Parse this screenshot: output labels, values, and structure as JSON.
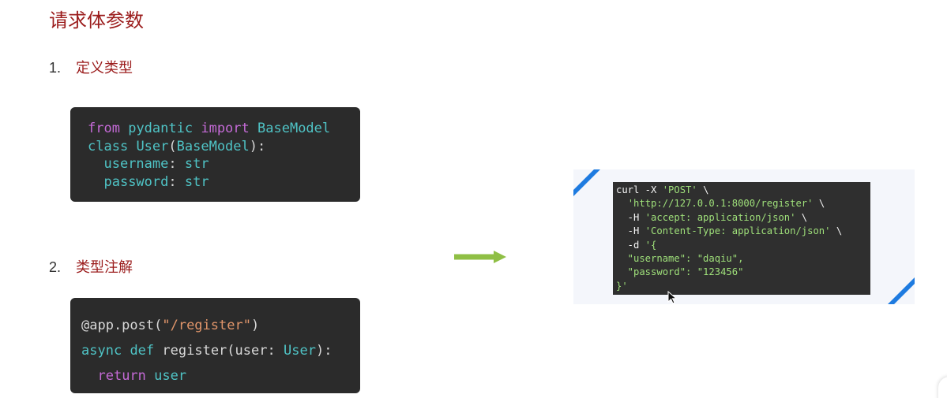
{
  "title": "请求体参数",
  "steps": [
    {
      "number": "1.",
      "label": "定义类型"
    },
    {
      "number": "2.",
      "label": "类型注解"
    }
  ],
  "code1": {
    "line1": {
      "kw1": "from",
      "mod": "pydantic",
      "kw2": "import",
      "name": "BaseModel"
    },
    "line2": {
      "kw": "class",
      "name": "User",
      "open": "(",
      "base": "BaseModel",
      "close": "):"
    },
    "line3": {
      "field": "username",
      "colon": ":",
      "type": "str"
    },
    "line4": {
      "field": "password",
      "colon": ":",
      "type": "str"
    }
  },
  "code2": {
    "line1": {
      "deco": "@app.post(",
      "path": "\"/register\"",
      "close": ")"
    },
    "line2": {
      "kw1": "async",
      "kw2": "def",
      "name": "register",
      "open": "(",
      "param": "user",
      "colon": ":",
      "type": "User",
      "close": "):"
    },
    "line3": {
      "kw": "return",
      "value": "user"
    }
  },
  "curl": {
    "lines": [
      {
        "a": "curl -X ",
        "b": "'POST'",
        "c": " \\"
      },
      {
        "a": "  ",
        "b": "'http://127.0.0.1:8000/register'",
        "c": " \\"
      },
      {
        "a": "  -H ",
        "b": "'accept: application/json'",
        "c": " \\"
      },
      {
        "a": "  -H ",
        "b": "'Content-Type: application/json'",
        "c": " \\"
      },
      {
        "a": "  -d ",
        "b": "'{",
        "c": ""
      },
      {
        "a": "",
        "b": "  \"username\": \"daqiu\",",
        "c": ""
      },
      {
        "a": "",
        "b": "  \"password\": \"123456\"",
        "c": ""
      },
      {
        "a": "",
        "b": "}'",
        "c": ""
      }
    ]
  },
  "colors": {
    "heading": "#9b1c1c",
    "code_bg": "#2b2b2b",
    "keyword": "#c46ad6",
    "identifier_cyan": "#4fc3c5",
    "string": "#e0956a",
    "arrow": "#8fbf45",
    "corner_accent": "#1e7be0",
    "terminal_green": "#9fe07a"
  },
  "icons": {
    "arrow": "arrow-right-icon",
    "cursor": "mouse-pointer-icon"
  }
}
